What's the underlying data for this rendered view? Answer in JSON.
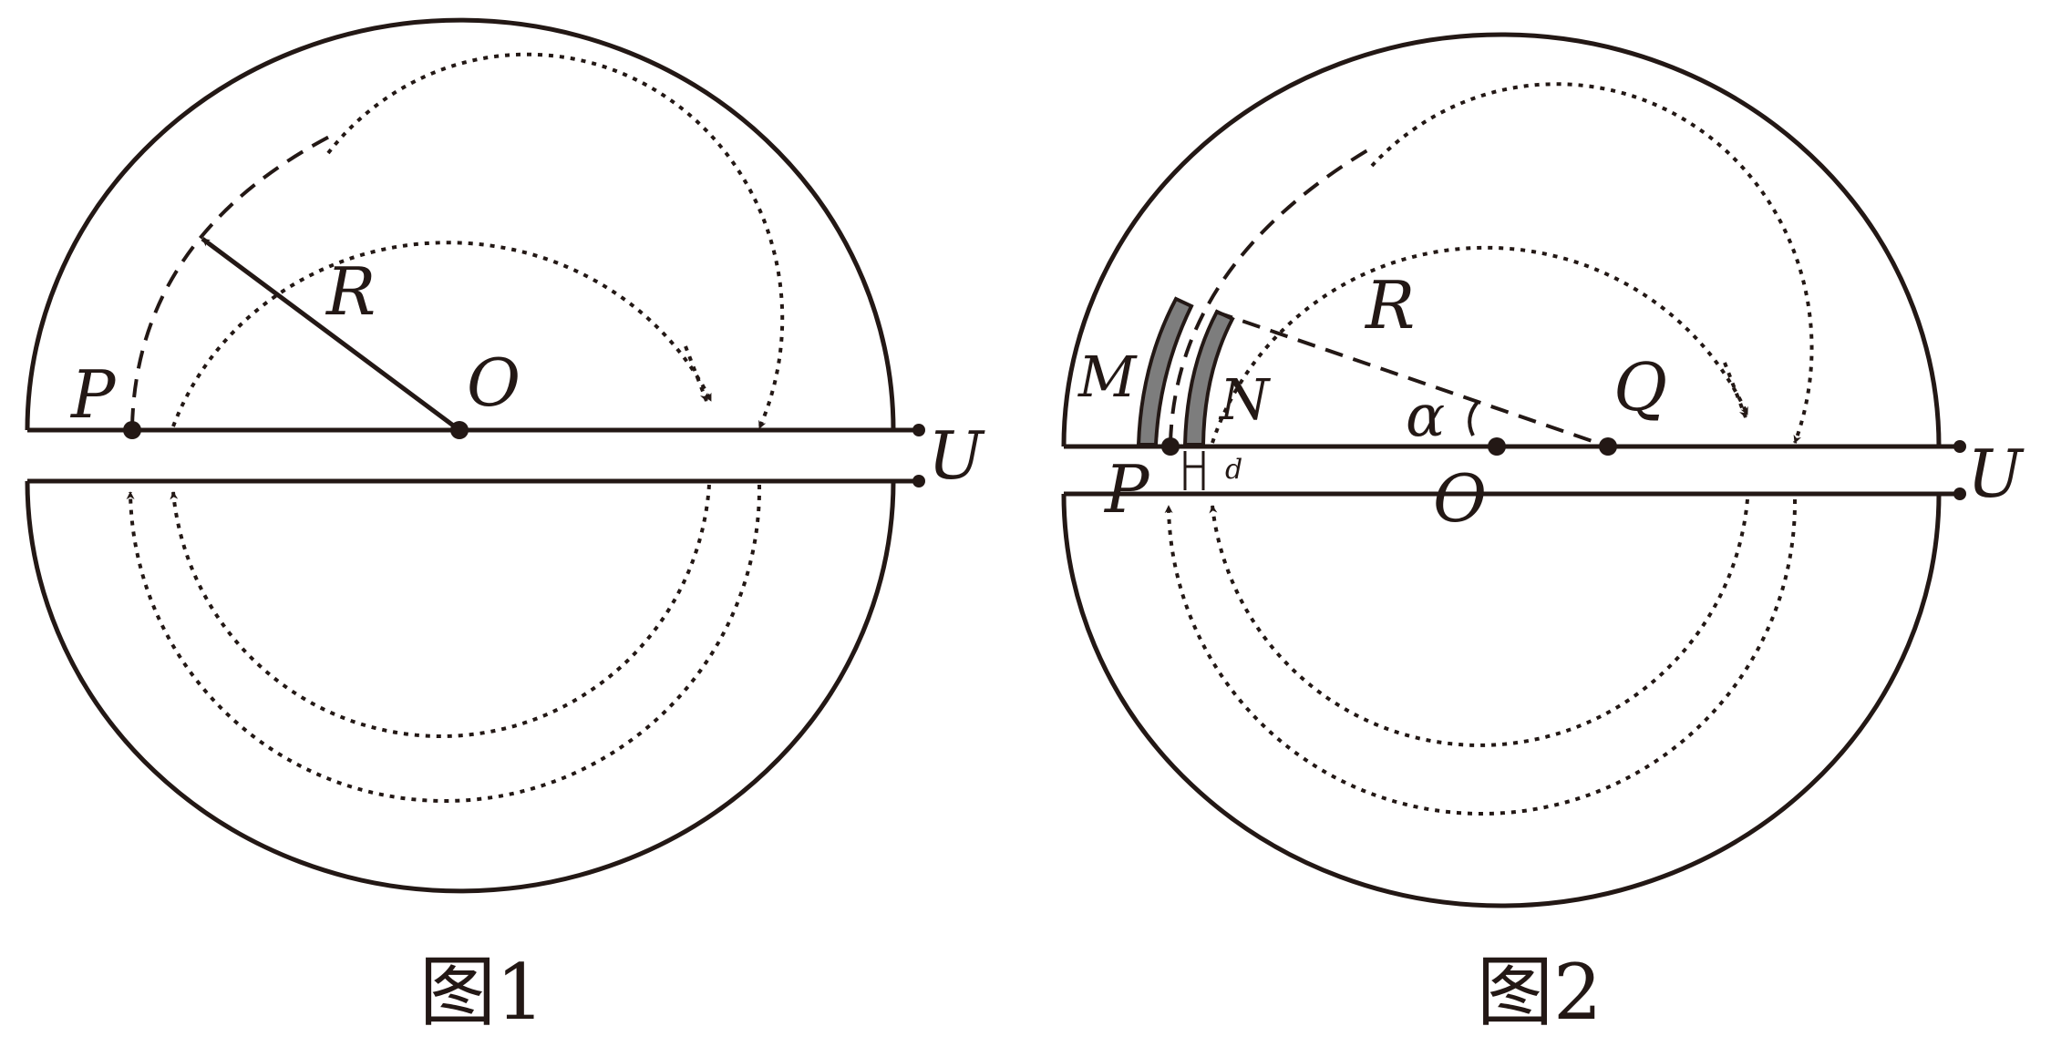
{
  "figures": [
    {
      "caption": "图1",
      "labels": {
        "P": "P",
        "R": "R",
        "O": "O",
        "U": "U"
      }
    },
    {
      "caption": "图2",
      "labels": {
        "M": "M",
        "N": "N",
        "R": "R",
        "Q": "Q",
        "alpha": "α",
        "P": "P",
        "d": "d",
        "O": "O",
        "U": "U"
      }
    }
  ],
  "colors": {
    "ink": "#231815",
    "plate": "#7d7d7d"
  }
}
